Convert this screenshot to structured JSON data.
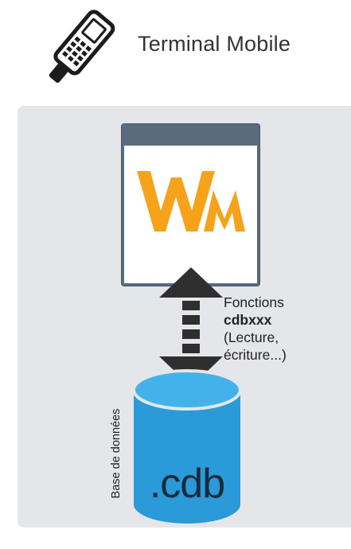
{
  "header": {
    "title": "Terminal Mobile",
    "icon": "mobile-terminal-icon"
  },
  "app": {
    "logo": "wm-logo-icon",
    "logo_text": "WM"
  },
  "functions_label": {
    "line1": "Fonctions",
    "line2": "cdbxxx",
    "line3": "(Lecture,",
    "line4": "écriture...)"
  },
  "database": {
    "side_label": "Base de données",
    "extension": ".cdb",
    "icon": "database-cylinder-icon"
  },
  "colors": {
    "panel": "#e5e6e9",
    "window_frame": "#5b6b7e",
    "logo_orange": "#f7a21b",
    "db_blue": "#2a9ad8",
    "db_top": "#43b2ea",
    "arrow": "#2f2f2f"
  }
}
